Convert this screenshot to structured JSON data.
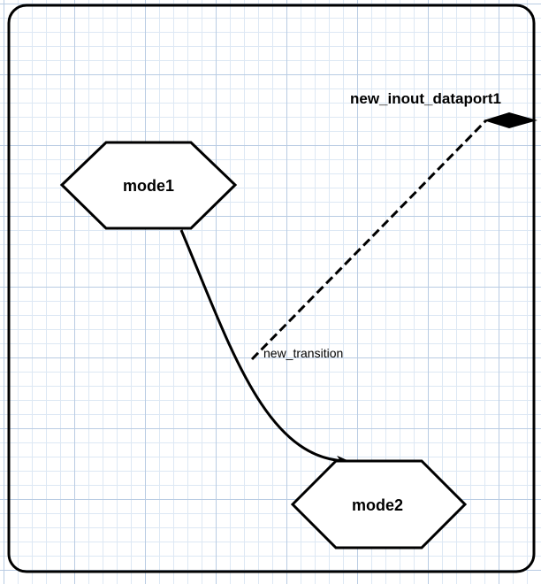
{
  "diagram": {
    "modes": [
      {
        "id": "mode1",
        "label": "mode1"
      },
      {
        "id": "mode2",
        "label": "mode2"
      }
    ],
    "port": {
      "label": "new_inout_dataport1"
    },
    "transition": {
      "label": "new_transition",
      "from": "mode1",
      "to": "mode2"
    }
  },
  "colors": {
    "grid_major": "#b9cce3",
    "grid_minor": "#dde8f4",
    "stroke": "#000000",
    "fill": "#ffffff"
  }
}
